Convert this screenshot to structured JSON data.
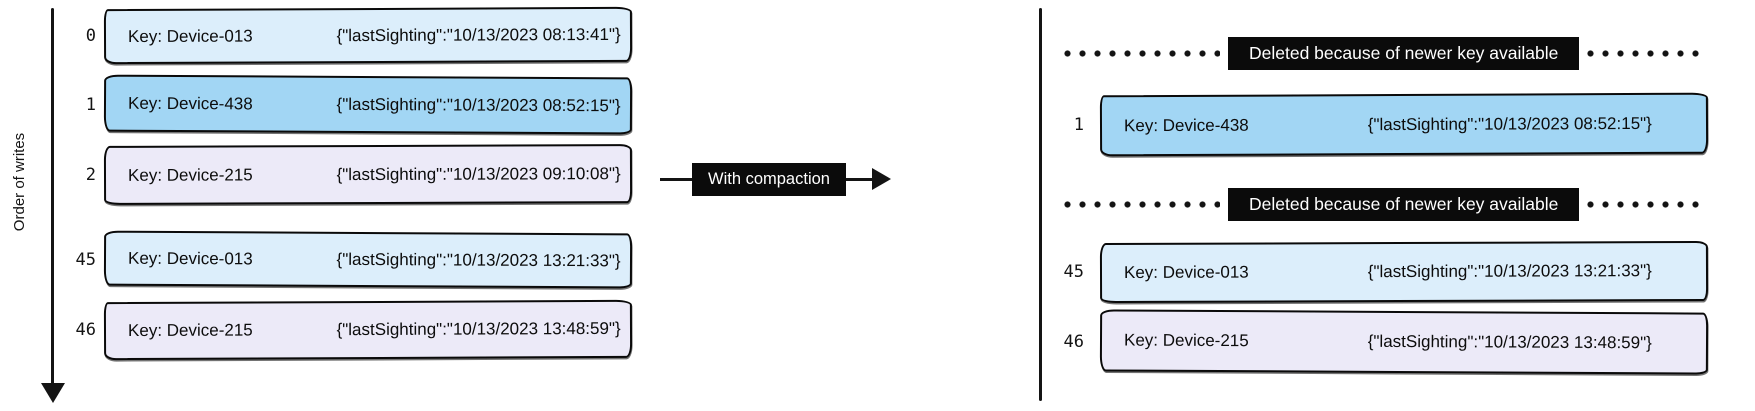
{
  "left": {
    "axis_label": "Order of writes",
    "rows": [
      {
        "index": "0",
        "key": "Key: Device-013",
        "value": "{\"lastSighting\":\"10/13/2023 08:13:41\"}"
      },
      {
        "index": "1",
        "key": "Key: Device-438",
        "value": "{\"lastSighting\":\"10/13/2023 08:52:15\"}"
      },
      {
        "index": "2",
        "key": "Key: Device-215",
        "value": "{\"lastSighting\":\"10/13/2023 09:10:08\"}"
      },
      {
        "index": "45",
        "key": "Key: Device-013",
        "value": "{\"lastSighting\":\"10/13/2023 13:21:33\"}"
      },
      {
        "index": "46",
        "key": "Key: Device-215",
        "value": "{\"lastSighting\":\"10/13/2023 13:48:59\"}"
      }
    ]
  },
  "arrow": {
    "label": "With compaction"
  },
  "right": {
    "deleted_label": "Deleted because of newer key available",
    "rows": [
      {
        "index": "1",
        "key": "Key: Device-438",
        "value": "{\"lastSighting\":\"10/13/2023 08:52:15\"}"
      },
      {
        "index": "45",
        "key": "Key: Device-013",
        "value": "{\"lastSighting\":\"10/13/2023 13:21:33\"}"
      },
      {
        "index": "46",
        "key": "Key: Device-215",
        "value": "{\"lastSighting\":\"10/13/2023 13:48:59\"}"
      }
    ]
  },
  "colors": {
    "record_device013": "#dceefb",
    "record_device438": "#a2d6f4",
    "record_device215": "#eceaf8",
    "marker_background": "#0b0b0b",
    "marker_text": "#ffffff",
    "stroke": "#141414"
  }
}
